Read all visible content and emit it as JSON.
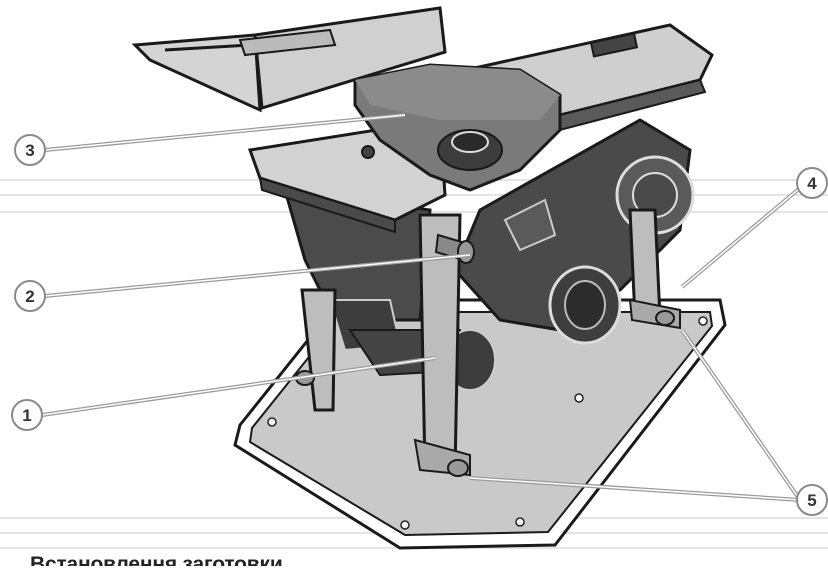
{
  "figure": {
    "callouts": [
      {
        "id": "1",
        "label": "1"
      },
      {
        "id": "2",
        "label": "2"
      },
      {
        "id": "3",
        "label": "3"
      },
      {
        "id": "4",
        "label": "4"
      },
      {
        "id": "5",
        "label": "5"
      }
    ]
  },
  "caption": "Встановлення заготовки"
}
